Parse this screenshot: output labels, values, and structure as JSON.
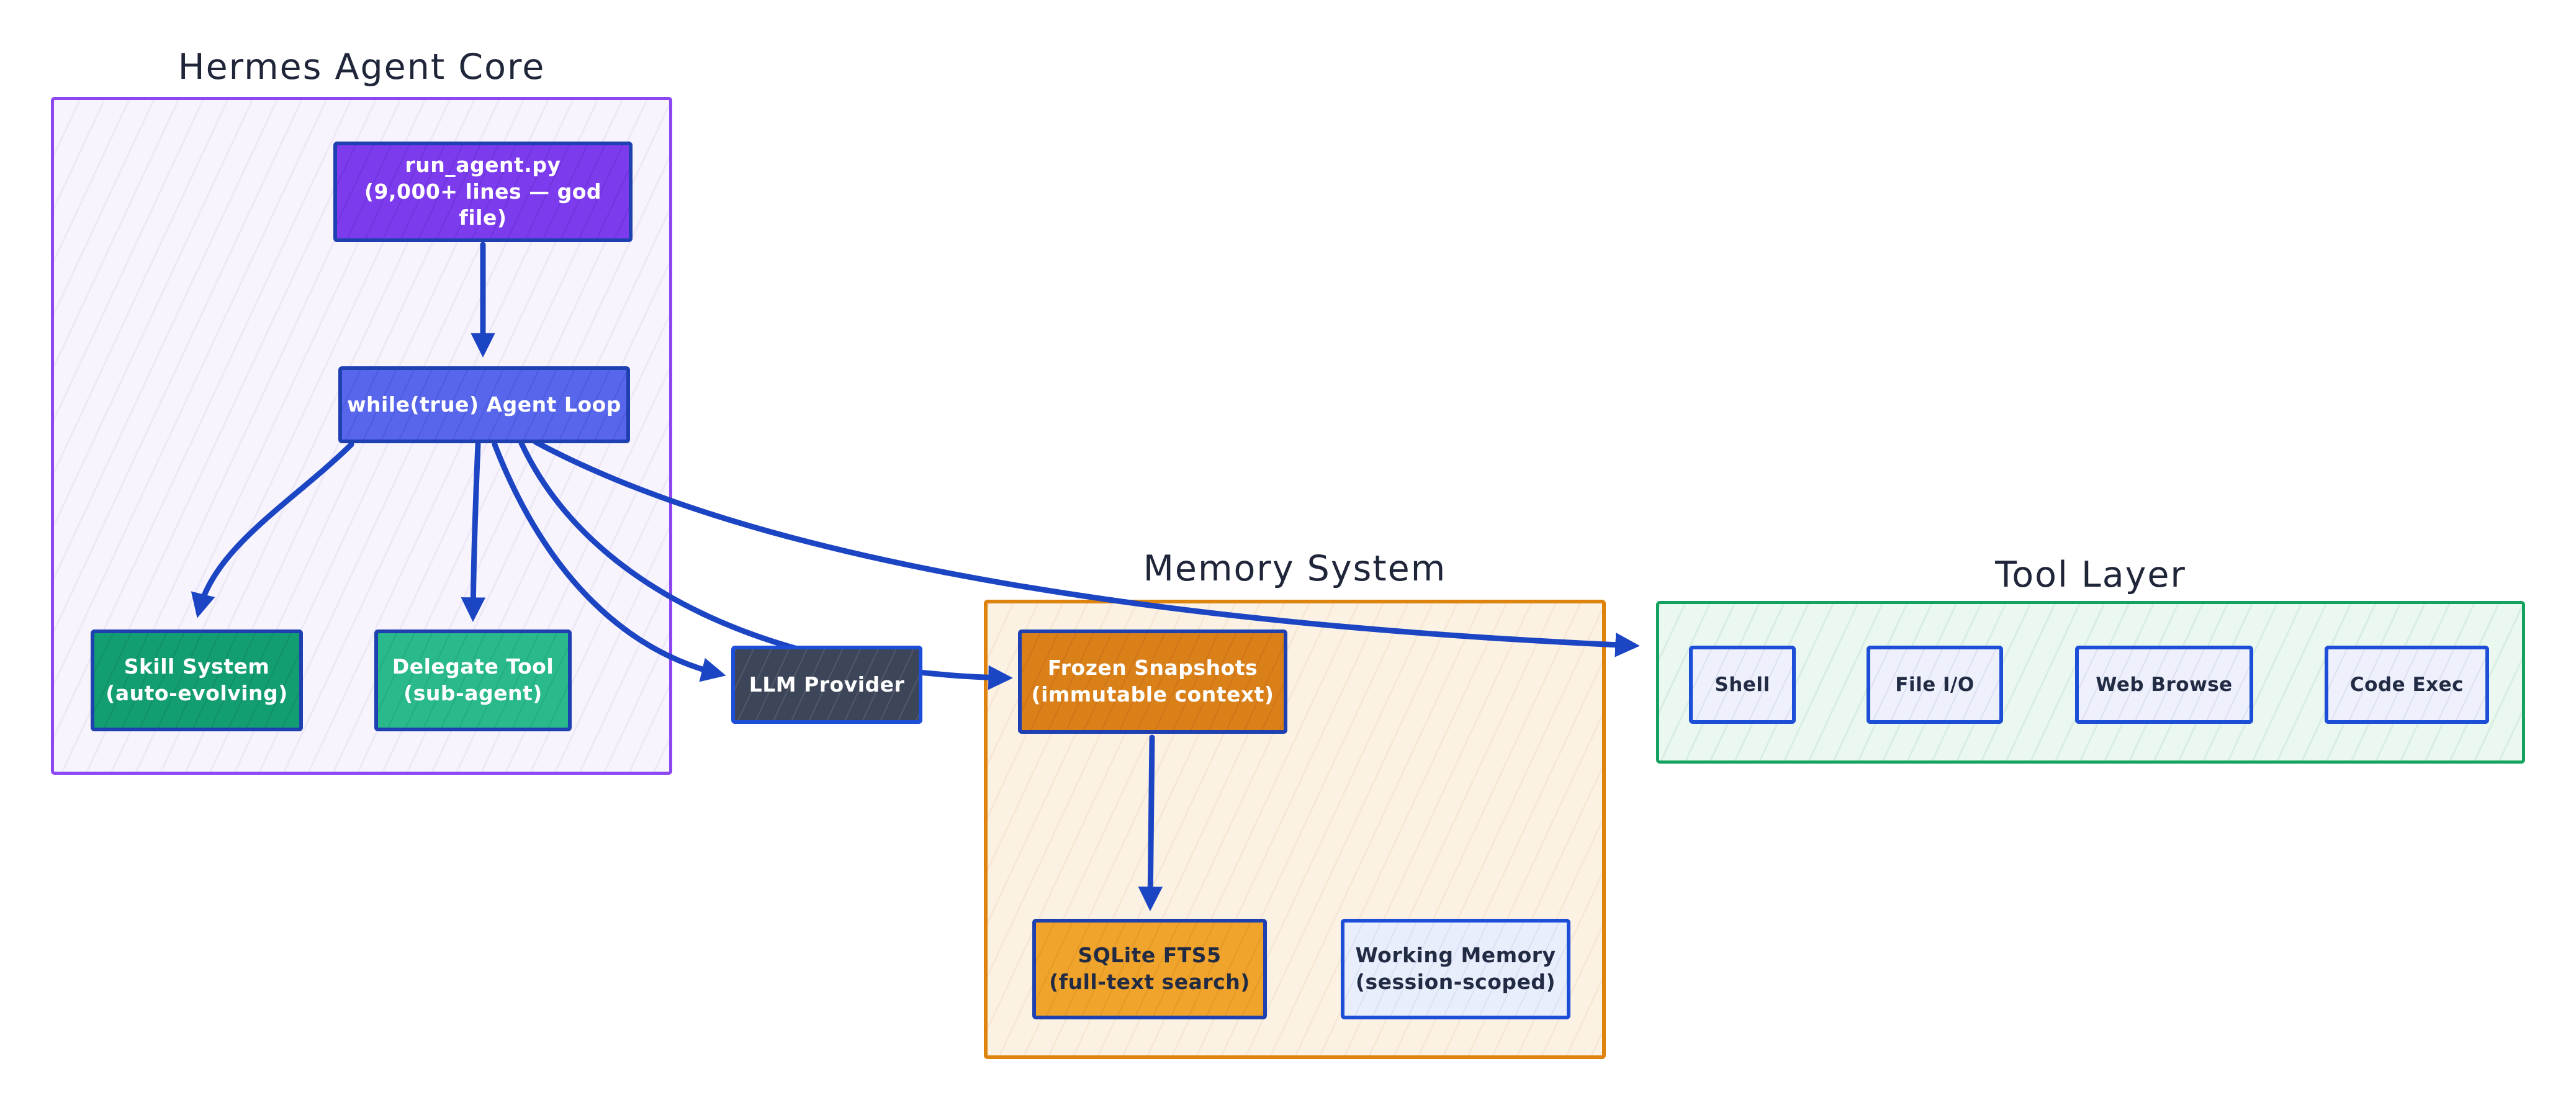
{
  "groups": {
    "core": {
      "label": "Hermes Agent Core",
      "border_color": "#8c46f2",
      "fill": "#f8f4fd"
    },
    "memory": {
      "label": "Memory System",
      "border_color": "#de830d",
      "fill": "#fcf2e4"
    },
    "tools": {
      "label": "Tool Layer",
      "border_color": "#13a25f",
      "fill": "#eaf8f0"
    }
  },
  "nodes": {
    "run_agent": {
      "title": "run_agent.py",
      "subtitle": "(9,000+ lines — god file)",
      "fill": "#7c3bed",
      "text_color": "#ffffff"
    },
    "agent_loop": {
      "title": "while(true) Agent Loop",
      "fill": "#5766ea",
      "text_color": "#ffffff"
    },
    "skill_system": {
      "title": "Skill System",
      "subtitle": "(auto-evolving)",
      "fill": "#139e72",
      "text_color": "#ffffff"
    },
    "delegate_tool": {
      "title": "Delegate Tool",
      "subtitle": "(sub-agent)",
      "fill": "#29b98b",
      "text_color": "#ffffff"
    },
    "llm_provider": {
      "title": "LLM Provider",
      "fill": "#3d4559",
      "text_color": "#ffffff"
    },
    "frozen_snapshots": {
      "title": "Frozen Snapshots",
      "subtitle": "(immutable context)",
      "fill": "#d98019",
      "text_color": "#ffffff"
    },
    "sqlite_fts5": {
      "title": "SQLite FTS5",
      "subtitle": "(full-text search)",
      "fill": "#f0a42b",
      "text_color": "#222b44"
    },
    "working_memory": {
      "title": "Working Memory",
      "subtitle": "(session-scoped)",
      "fill": "#e9eefc",
      "text_color": "#222b44"
    },
    "shell": {
      "title": "Shell",
      "fill": "#eef0fb",
      "text_color": "#222b44"
    },
    "file_io": {
      "title": "File I/O",
      "fill": "#eef0fb",
      "text_color": "#222b44"
    },
    "web_browse": {
      "title": "Web Browse",
      "fill": "#eef0fb",
      "text_color": "#222b44"
    },
    "code_exec": {
      "title": "Code Exec",
      "fill": "#eef0fb",
      "text_color": "#222b44"
    }
  },
  "edges": [
    {
      "from": "run_agent",
      "to": "agent_loop"
    },
    {
      "from": "agent_loop",
      "to": "skill_system"
    },
    {
      "from": "agent_loop",
      "to": "delegate_tool"
    },
    {
      "from": "agent_loop",
      "to": "llm_provider"
    },
    {
      "from": "agent_loop",
      "to": "frozen_snapshots"
    },
    {
      "from": "agent_loop",
      "to": "tools_group"
    },
    {
      "from": "frozen_snapshots",
      "to": "sqlite_fts5"
    }
  ],
  "colors": {
    "arrow": "#1c45c3",
    "node_border": "#1e40b0",
    "title_text": "#20263a",
    "background": "#ffffff"
  }
}
